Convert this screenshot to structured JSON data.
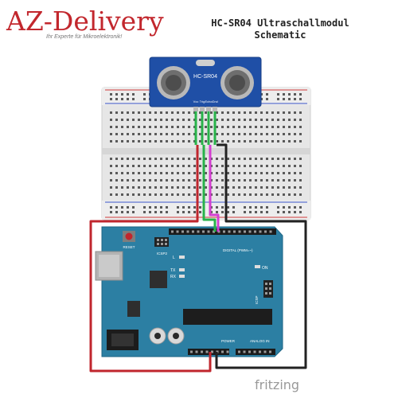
{
  "logo": {
    "text": "AZ-Delivery",
    "tagline": "Ihr Experte für Mikroelektronik!",
    "color": "#c2272d"
  },
  "title": {
    "line1": "HC-SR04 Ultraschallmodul",
    "line2": "Schematic"
  },
  "sensor": {
    "label": "HC-SR04",
    "pins": [
      "Vcc",
      "Trig",
      "Echo",
      "Gnd"
    ]
  },
  "arduino": {
    "reset_label": "RESET",
    "icsp2_label": "ICSP2",
    "icsp_label": "ICSP",
    "l_label": "L",
    "tx_label": "TX",
    "rx_label": "RX",
    "on_label": "ON",
    "digital_label": "DIGITAL (PWM=~)",
    "power_label": "POWER",
    "analog_label": "ANALOG IN",
    "board_color": "#2c7fa3"
  },
  "wires": {
    "vcc_color": "#c0262d",
    "trig_color": "#28b34a",
    "echo_color": "#d43fd1",
    "gnd_color": "#222222"
  },
  "footer": {
    "brand": "fritzing"
  }
}
